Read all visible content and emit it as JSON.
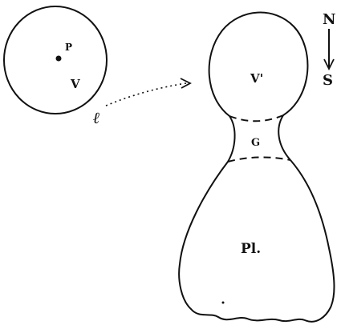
{
  "labels": {
    "p": "P",
    "v": "V",
    "l": "ℓ",
    "v_prime": "V'",
    "g": "G",
    "pl": "Pl.",
    "north": "N",
    "south": "S"
  },
  "ink_color": "#111111"
}
